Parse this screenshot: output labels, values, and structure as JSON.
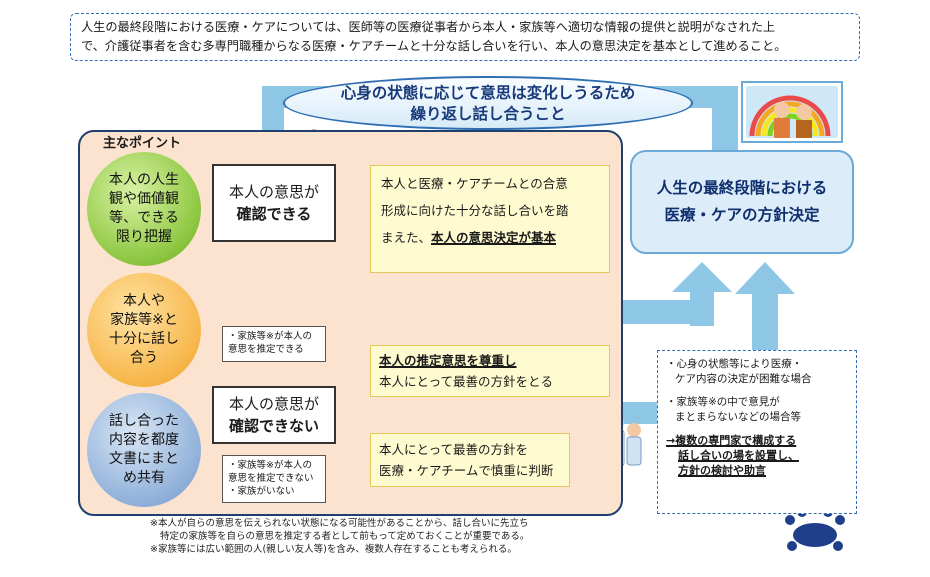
{
  "top_note": {
    "line1": "人生の最終段階における医療・ケアについては、医師等の医療従事者から本人・家族等へ適切な情報の提供と説明がなされた上",
    "line2": "で、介護従事者を含む多専門職種からなる医療・ケアチームと十分な話し合いを行い、本人の意思決定を基本として進めること。"
  },
  "loop_label": {
    "line1": "心身の状態に応じて意思は変化しうるため",
    "line2": "繰り返し話し合うこと"
  },
  "main_points": {
    "title": "主なポイント",
    "circles": [
      {
        "lines": [
          "本人の人生",
          "観や価値観",
          "等、できる",
          "限り把握"
        ]
      },
      {
        "lines": [
          "本人や",
          "家族等※と",
          "十分に話し",
          "合う"
        ]
      },
      {
        "lines": [
          "話し合った",
          "内容を都度",
          "文書にまと",
          "め共有"
        ]
      }
    ]
  },
  "can_confirm": {
    "line1": "本人の意思が",
    "line2": "確認できる"
  },
  "cannot_confirm": {
    "line1": "本人の意思が",
    "line2": "確認できない"
  },
  "consensus_box": {
    "line1": "本人と医療・ケアチームとの合意",
    "line2": "形成に向けた十分な話し合いを踏",
    "line3_prefix": "まえた、",
    "line3_emph": "本人の意思決定が基本"
  },
  "presumable_box": {
    "line1": "・家族等※が本人の",
    "line2": "意思を推定できる"
  },
  "respect_box": {
    "line1": "本人の推定意思を尊重し",
    "line2": "本人にとって最善の方針をとる"
  },
  "not_presumable_box": {
    "line1": "・家族等※が本人の",
    "line2": "意思を推定できない",
    "line3": "・家族がいない"
  },
  "team_box": {
    "line1": "本人にとって最善の方針を",
    "line2": "医療・ケアチームで慎重に判断"
  },
  "goal": {
    "line1": "人生の最終段階における",
    "line2": "医療・ケアの方針決定"
  },
  "right_note": {
    "b1_l1": "・心身の状態等により医療・",
    "b1_l2": "ケア内容の決定が困難な場合",
    "b2_l1": "・家族等※の中で意見が",
    "b2_l2": "まとまらないなどの場合等",
    "r1": "→複数の専門家で構成する",
    "r2": "話し合いの場を設置し、",
    "r3": "方針の検討や助言"
  },
  "footnotes": {
    "l1": "※本人が自らの意思を伝えられない状態になる可能性があることから、話し合いに先立ち",
    "l2": "特定の家族等を自らの意思を推定する者として前もって定めておくことが重要である。",
    "l3": "※家族等には広い範囲の人(親しい友人等)を含み、複数人存在することも考えられる。"
  },
  "colors": {
    "arrow": "#8ec7e6",
    "panel": "#fbe3cf",
    "green": "#8cc63f",
    "orange": "#f7b64a",
    "blue": "#8fb0d9",
    "navy": "#1f3f6e"
  }
}
